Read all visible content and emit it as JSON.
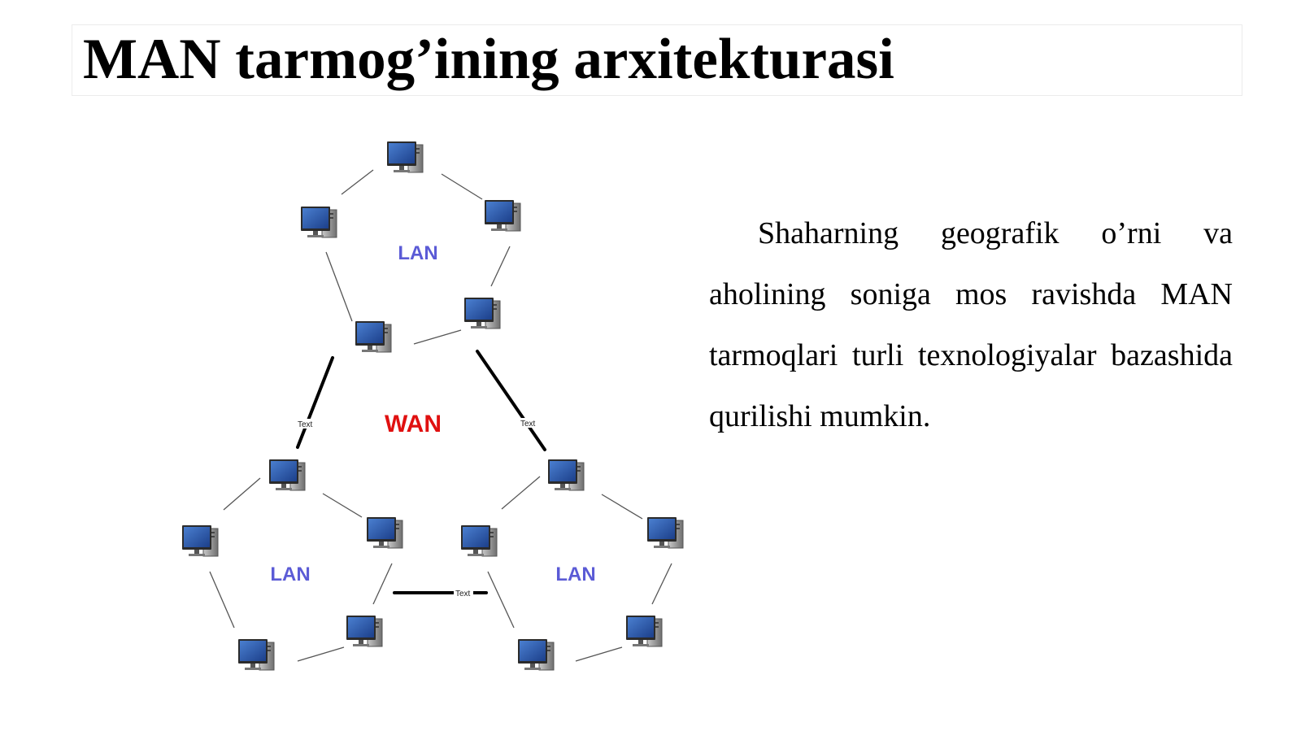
{
  "slide": {
    "title": "MAN tarmog’ining arxitekturasi",
    "body_text": "Shaharning geografik o’rni va aholining soniga mos ravishda MAN tarmoqlari turli texnologiyalar bazashida qurilishi mumkin."
  },
  "diagram": {
    "center_label": "WAN",
    "lans": [
      {
        "label": "LAN",
        "position": "top"
      },
      {
        "label": "LAN",
        "position": "bottom-left"
      },
      {
        "label": "LAN",
        "position": "bottom-right"
      }
    ],
    "link_labels": [
      "Text",
      "Text",
      "Text"
    ],
    "icon": "desktop-computer-icon",
    "colors": {
      "lan_label": "#5b5bd6",
      "wan_label": "#e01010",
      "link": "#000000"
    }
  }
}
